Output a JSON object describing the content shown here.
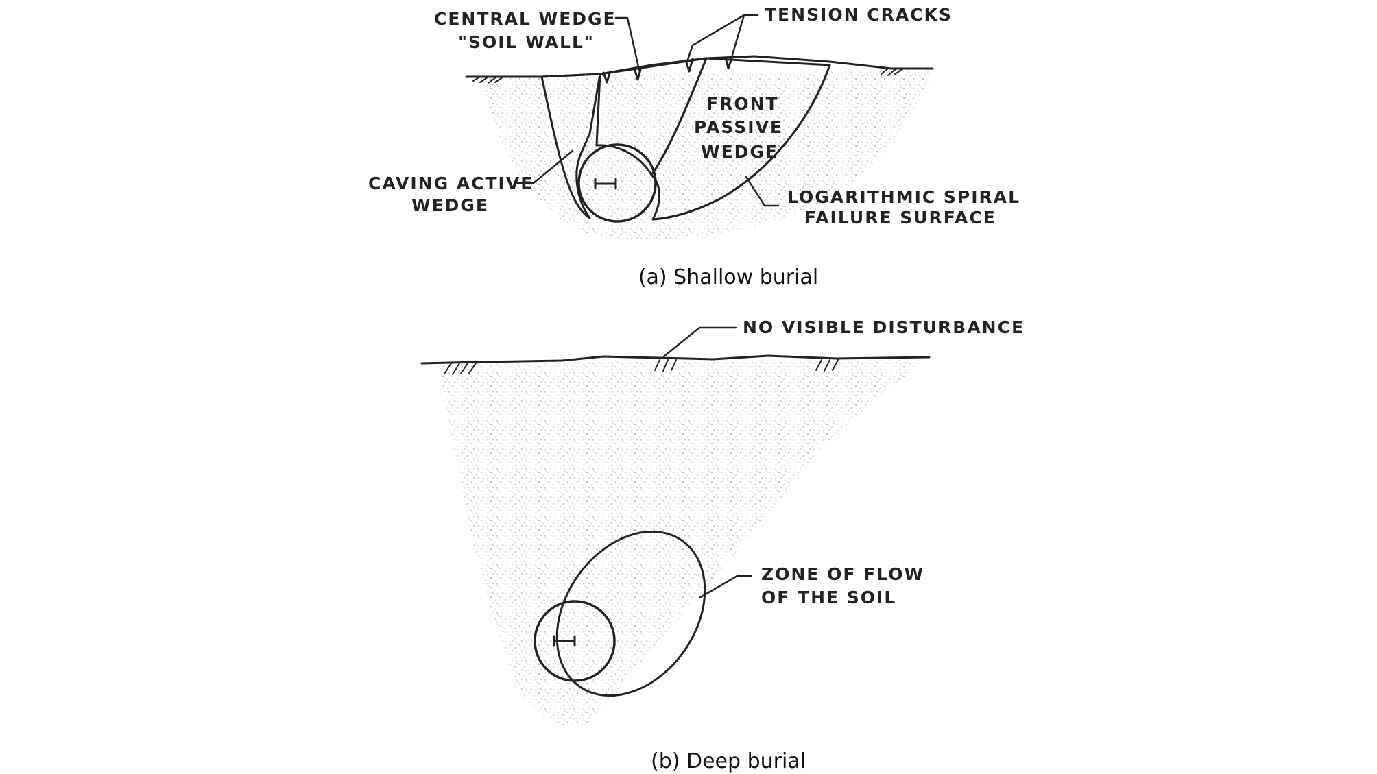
{
  "panel_a": {
    "labels": {
      "central_wedge_line1": "CENTRAL WEDGE",
      "central_wedge_line2": "\"SOIL WALL\"",
      "tension_cracks": "TENSION CRACKS",
      "front_passive_line1": "FRONT",
      "front_passive_line2": "PASSIVE",
      "front_passive_line3": "WEDGE",
      "caving_active_line1": "CAVING ACTIVE",
      "caving_active_line2": "WEDGE",
      "log_spiral_line1": "LOGARITHMIC SPIRAL",
      "log_spiral_line2": "FAILURE SURFACE"
    },
    "caption": "(a) Shallow burial"
  },
  "panel_b": {
    "labels": {
      "no_disturbance": "NO VISIBLE DISTURBANCE",
      "zone_flow_line1": "ZONE OF FLOW",
      "zone_flow_line2": "OF THE SOIL"
    },
    "caption": "(b) Deep burial"
  },
  "colors": {
    "ink": "#222222",
    "soil_speckle": "#9a9a9a",
    "wedge_light": "#e6e6e6",
    "wedge_dark": "#cfcfcf"
  }
}
